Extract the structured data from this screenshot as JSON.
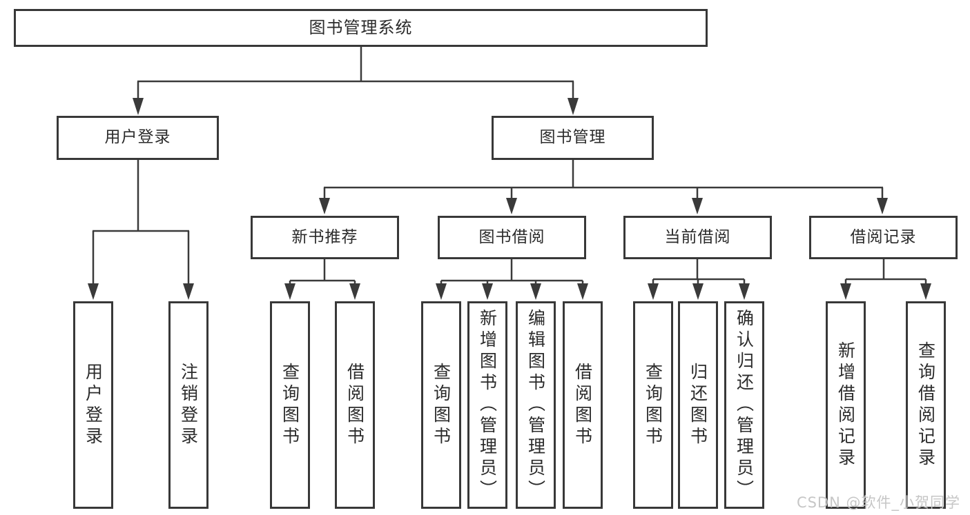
{
  "diagram": {
    "root": {
      "label": "图书管理系统"
    },
    "level2": [
      {
        "label": "用户登录",
        "children": [
          {
            "label": "用户登录"
          },
          {
            "label": "注销登录"
          }
        ]
      },
      {
        "label": "图书管理",
        "children": [
          {
            "label": "新书推荐",
            "children": [
              {
                "label": "查询图书"
              },
              {
                "label": "借阅图书"
              }
            ]
          },
          {
            "label": "图书借阅",
            "children": [
              {
                "label": "查询图书"
              },
              {
                "label": "新增图书（管理员）"
              },
              {
                "label": "编辑图书（管理员）"
              },
              {
                "label": "借阅图书"
              }
            ]
          },
          {
            "label": "当前借阅",
            "children": [
              {
                "label": "查询图书"
              },
              {
                "label": "归还图书"
              },
              {
                "label": "确认归还（管理员）"
              }
            ]
          },
          {
            "label": "借阅记录",
            "children": [
              {
                "label": "新增借阅记录"
              },
              {
                "label": "查询借阅记录"
              }
            ]
          }
        ]
      }
    ]
  },
  "watermark": {
    "text": "CSDN @软件_小贺同学"
  },
  "colors": {
    "line": "#3a3a3a",
    "box_border": "#383838",
    "text": "#2b2b2b",
    "watermark": "#c6c6c6",
    "background": "#ffffff"
  }
}
